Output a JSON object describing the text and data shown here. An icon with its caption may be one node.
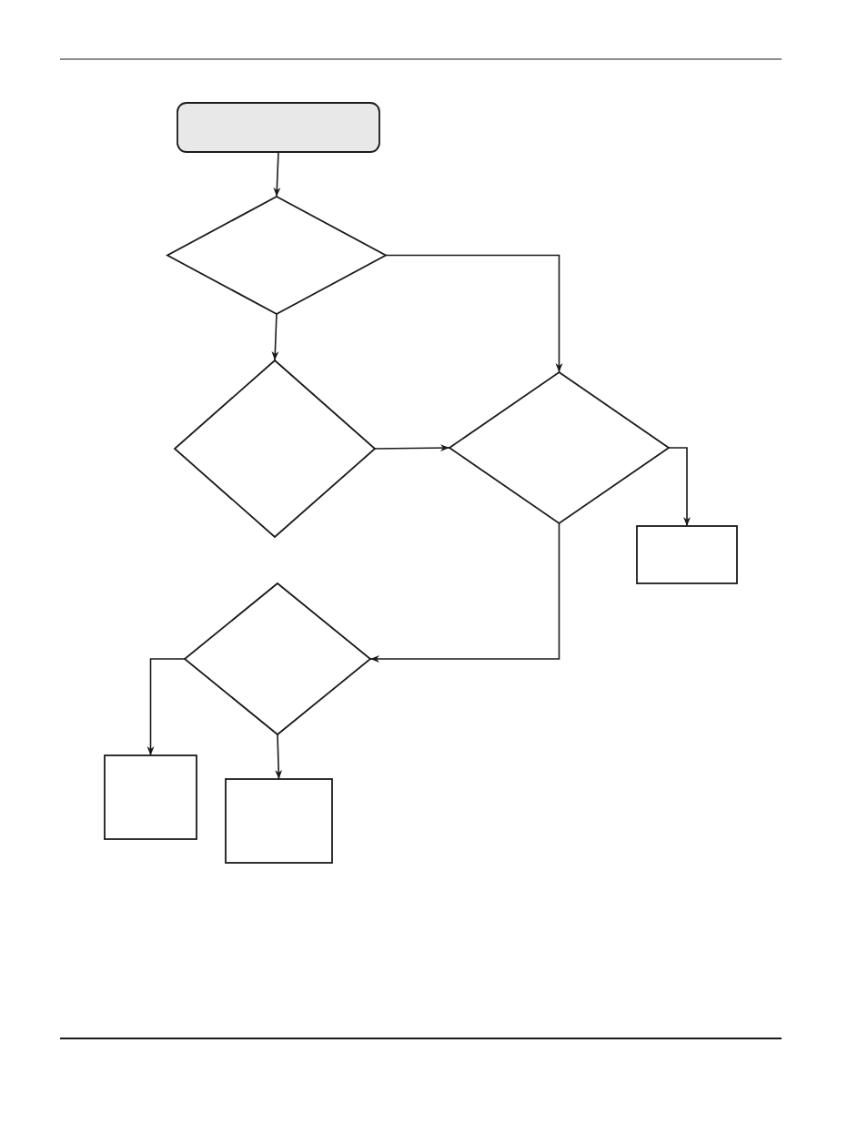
{
  "diagram": {
    "nodes": [
      {
        "text": [],
        "shape": "box"
      },
      {
        "text": [],
        "shape": "diamond"
      },
      {
        "text": [],
        "shape": "diamond"
      },
      {
        "text": [],
        "shape": "diamond"
      },
      {
        "text": [],
        "shape": "box"
      },
      {
        "text": [],
        "shape": "diamond"
      },
      {
        "text": [],
        "shape": "box"
      },
      {
        "text": [],
        "shape": "box"
      }
    ],
    "edges": [
      {
        "from": 0,
        "to": 1,
        "arrow": "to"
      },
      {
        "from": 1,
        "to": 3,
        "arrow": "to"
      },
      {
        "from": 1,
        "to": 2,
        "arrow": "to"
      },
      {
        "from": 2,
        "to": 3,
        "arrow": "to"
      },
      {
        "from": 3,
        "to": 4,
        "arrow": "to"
      },
      {
        "from": 3,
        "to": 5,
        "arrow": "to"
      },
      {
        "from": 5,
        "to": 6,
        "arrow": "to"
      },
      {
        "from": 5,
        "to": 7,
        "arrow": "to"
      }
    ]
  }
}
